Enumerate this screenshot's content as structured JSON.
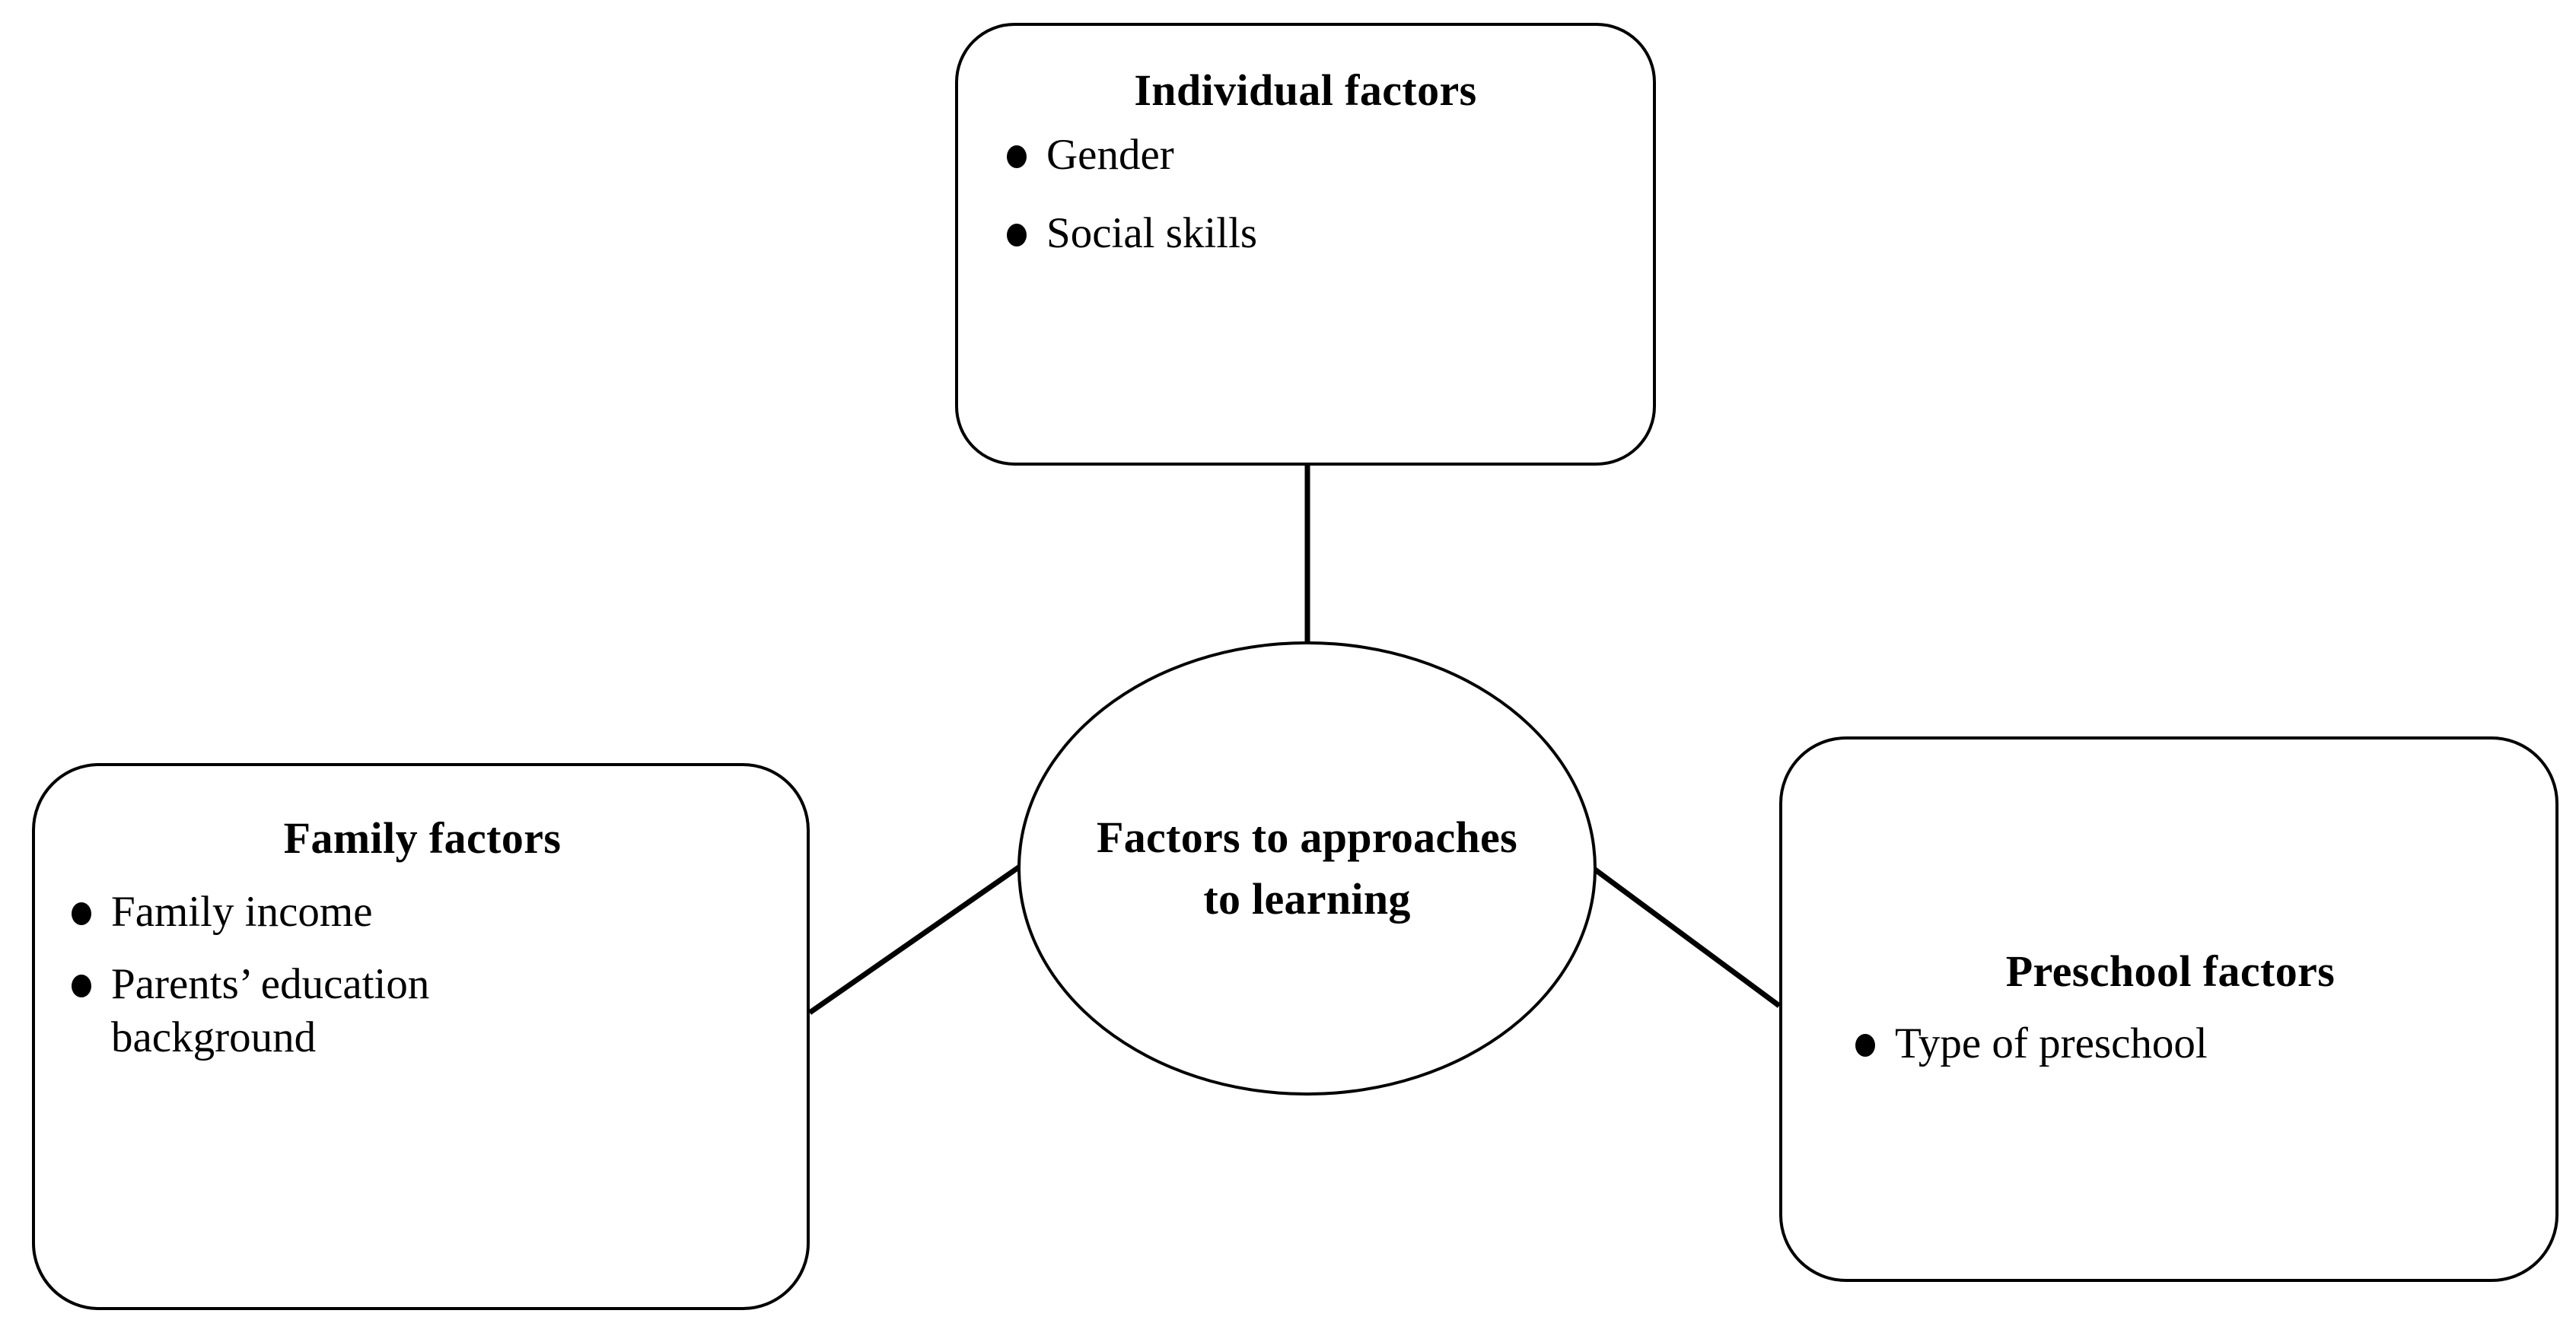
{
  "diagram": {
    "title": "Factors to approaches to learning",
    "stroke_color": "#000000",
    "background_color": "#ffffff",
    "text_color": "#000000",
    "hub": {
      "label": "Factors to approaches to learning",
      "shape": "ellipse"
    },
    "nodes": [
      {
        "id": "individual",
        "title": "Individual factors",
        "shape": "rounded-rectangle",
        "position": "top",
        "bullets": [
          "Gender",
          "Social skills"
        ]
      },
      {
        "id": "family",
        "title": "Family factors",
        "shape": "rounded-rectangle",
        "position": "left",
        "bullets": [
          "Family income",
          "Parents’ education background"
        ]
      },
      {
        "id": "preschool",
        "title": "Preschool factors",
        "shape": "rounded-rectangle",
        "position": "right",
        "bullets": [
          "Type of preschool"
        ]
      }
    ],
    "connectors": [
      {
        "id": "individual-to-hub",
        "from": "individual",
        "to": "hub",
        "style": "straight-line"
      },
      {
        "id": "family-to-hub",
        "from": "family",
        "to": "hub",
        "style": "straight-line"
      },
      {
        "id": "preschool-to-hub",
        "from": "hub",
        "to": "preschool",
        "style": "straight-line"
      }
    ]
  }
}
